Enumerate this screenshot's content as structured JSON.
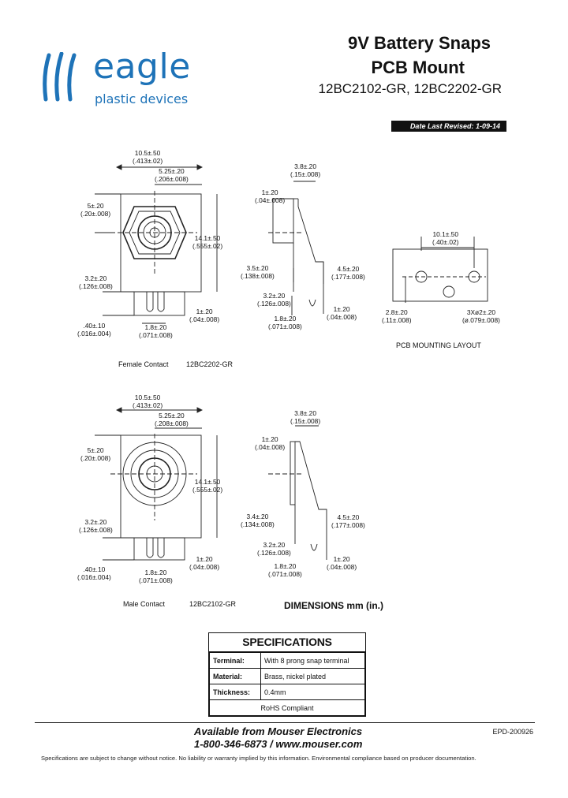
{
  "brand": {
    "name": "eagle",
    "subtitle": "plastic devices"
  },
  "header": {
    "title_line1": "9V Battery Snaps",
    "title_line2": "PCB Mount",
    "part_numbers": "12BC2102-GR, 12BC2202-GR",
    "revised": "Date Last Revised: 1-09-14"
  },
  "top_drawing": {
    "width_mm": "10.5±.50",
    "width_in": "(.413±.02)",
    "half_mm": "5.25±.20",
    "half_in": "(.206±.008)",
    "top_mm": "5±.20",
    "top_in": "(.20±.008)",
    "height_mm": "14.1±.50",
    "height_in": "(.555±.02)",
    "pin_len_mm": "3.2±.20",
    "pin_len_in": "(.126±.008)",
    "pin_w_mm": "1±.20",
    "pin_w_in": "(.04±.008)",
    "pin_th_mm": ".40±.10",
    "pin_th_in": "(.016±.004)",
    "pitch_mm": "1.8±.20",
    "pitch_in": "(.071±.008)",
    "caption": "Female Contact",
    "part": "12BC2202-GR"
  },
  "top_side": {
    "depth_mm": "3.8±.20",
    "depth_in": "(.15±.008)",
    "lip_mm": "1±.20",
    "lip_in": "(.04±.008)",
    "base_mm": "3.5±.20",
    "base_in": "(.138±.008)",
    "step_mm": "4.5±.20",
    "step_in": "(.177±.008)",
    "pin_mm": "3.2±.20",
    "pin_in": "(.126±.008)",
    "pin_w_mm": "1±.20",
    "pin_w_in": "(.04±.008)",
    "pitch_mm": "1.8±.20",
    "pitch_in": "(.071±.008)"
  },
  "pcb_layout": {
    "spacing_mm": "10.1±.50",
    "spacing_in": "(.40±.02)",
    "offset_mm": "2.8±.20",
    "offset_in": "(.11±.008)",
    "hole_mm": "3Xø2±.20",
    "hole_in": "(ø.079±.008)",
    "caption": "PCB MOUNTING LAYOUT"
  },
  "bottom_drawing": {
    "width_mm": "10.5±.50",
    "width_in": "(.413±.02)",
    "half_mm": "5.25±.20",
    "half_in": "(.208±.008)",
    "top_mm": "5±.20",
    "top_in": "(.20±.008)",
    "height_mm": "14.1±.50",
    "height_in": "(.555±.02)",
    "pin_len_mm": "3.2±.20",
    "pin_len_in": "(.126±.008)",
    "pin_w_mm": "1±.20",
    "pin_w_in": "(.04±.008)",
    "pin_th_mm": ".40±.10",
    "pin_th_in": "(.016±.004)",
    "pitch_mm": "1.8±.20",
    "pitch_in": "(.071±.008)",
    "caption": "Male Contact",
    "part": "12BC2102-GR"
  },
  "bottom_side": {
    "depth_mm": "3.8±.20",
    "depth_in": "(.15±.008)",
    "lip_mm": "1±.20",
    "lip_in": "(.04±.008)",
    "base_mm": "3.4±.20",
    "base_in": "(.134±.008)",
    "step_mm": "4.5±.20",
    "step_in": "(.177±.008)",
    "pin_mm": "3.2±.20",
    "pin_in": "(.126±.008)",
    "pin_w_mm": "1±.20",
    "pin_w_in": "(.04±.008)",
    "pitch_mm": "1.8±.20",
    "pitch_in": "(.071±.008)"
  },
  "dimensions_label": "DIMENSIONS mm (in.)",
  "specs": {
    "heading": "SPECIFICATIONS",
    "rows": [
      {
        "key": "Terminal:",
        "value": "With 8 prong snap terminal"
      },
      {
        "key": "Material:",
        "value": "Brass, nickel plated"
      },
      {
        "key": "Thickness:",
        "value": "0.4mm"
      }
    ],
    "note": "RoHS Compliant"
  },
  "footer": {
    "available": "Available from Mouser Electronics",
    "contact": "1-800-346-6873 / www.mouser.com",
    "doc_no": "EPD-200926",
    "disclaimer": "Specifications are subject to change without notice.   No liability or warranty implied by this information.   Environmental compliance based on producer documentation."
  }
}
